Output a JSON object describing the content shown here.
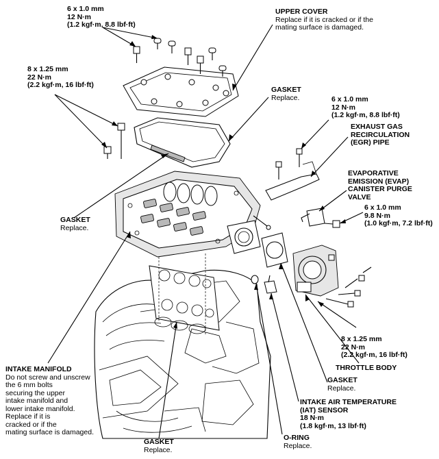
{
  "labels": {
    "upper_bolts_spec": {
      "size": "6 x 1.0 mm",
      "torque": "12 N·m",
      "alt": "(1.2 kgf·m, 8.8 lbf·ft)"
    },
    "upper_cover": {
      "title": "UPPER COVER",
      "lines": [
        "Replace if it is cracked or if the",
        "mating surface is damaged."
      ]
    },
    "side_bolts_spec": {
      "size": "8 x 1.25 mm",
      "torque": "22 N·m",
      "alt": "(2.2 kgf·m, 16 lbf·ft)"
    },
    "gasket_upper": {
      "title": "GASKET",
      "lines": [
        "Replace."
      ]
    },
    "egr_bolts_spec": {
      "size": "6 x 1.0 mm",
      "torque": "12 N·m",
      "alt": "(1.2 kgf·m, 8.8 lbf·ft)"
    },
    "egr_pipe": {
      "title_lines": [
        "EXHAUST GAS",
        "RECIRCULATION",
        "(EGR) PIPE"
      ]
    },
    "evap_valve": {
      "title_lines": [
        "EVAPORATIVE",
        "EMISSION (EVAP)",
        "CANISTER PURGE",
        "VALVE"
      ]
    },
    "evap_bolts_spec": {
      "size": "6 x 1.0 mm",
      "torque": "9.8 N·m",
      "alt": "(1.0 kgf·m, 7.2 lbf·ft)"
    },
    "gasket_left": {
      "title": "GASKET",
      "lines": [
        "Replace."
      ]
    },
    "throttle_bolts_spec": {
      "size": "8 x 1.25 mm",
      "torque": "22 N·m",
      "alt": "(2.2 kgf·m, 16 lbf·ft)"
    },
    "throttle_body": {
      "title": "THROTTLE BODY"
    },
    "intake_manifold": {
      "title": "INTAKE MANIFOLD",
      "lines": [
        "Do not screw and unscrew",
        "the 6 mm bolts",
        "securing the upper",
        "intake manifold and",
        "lower intake manifold.",
        "Replace if it is",
        "cracked or if the",
        "mating surface is damaged."
      ]
    },
    "gasket_throttle": {
      "title": "GASKET",
      "lines": [
        "Replace."
      ]
    },
    "iat_sensor": {
      "title_lines": [
        "INTAKE AIR TEMPERATURE",
        "(IAT) SENSOR"
      ],
      "torque": "18 N·m",
      "alt": "(1.8 kgf·m, 13 lbf·ft)"
    },
    "gasket_lower": {
      "title": "GASKET",
      "lines": [
        "Replace."
      ]
    },
    "o_ring": {
      "title": "O-RING",
      "lines": [
        "Replace."
      ]
    }
  }
}
